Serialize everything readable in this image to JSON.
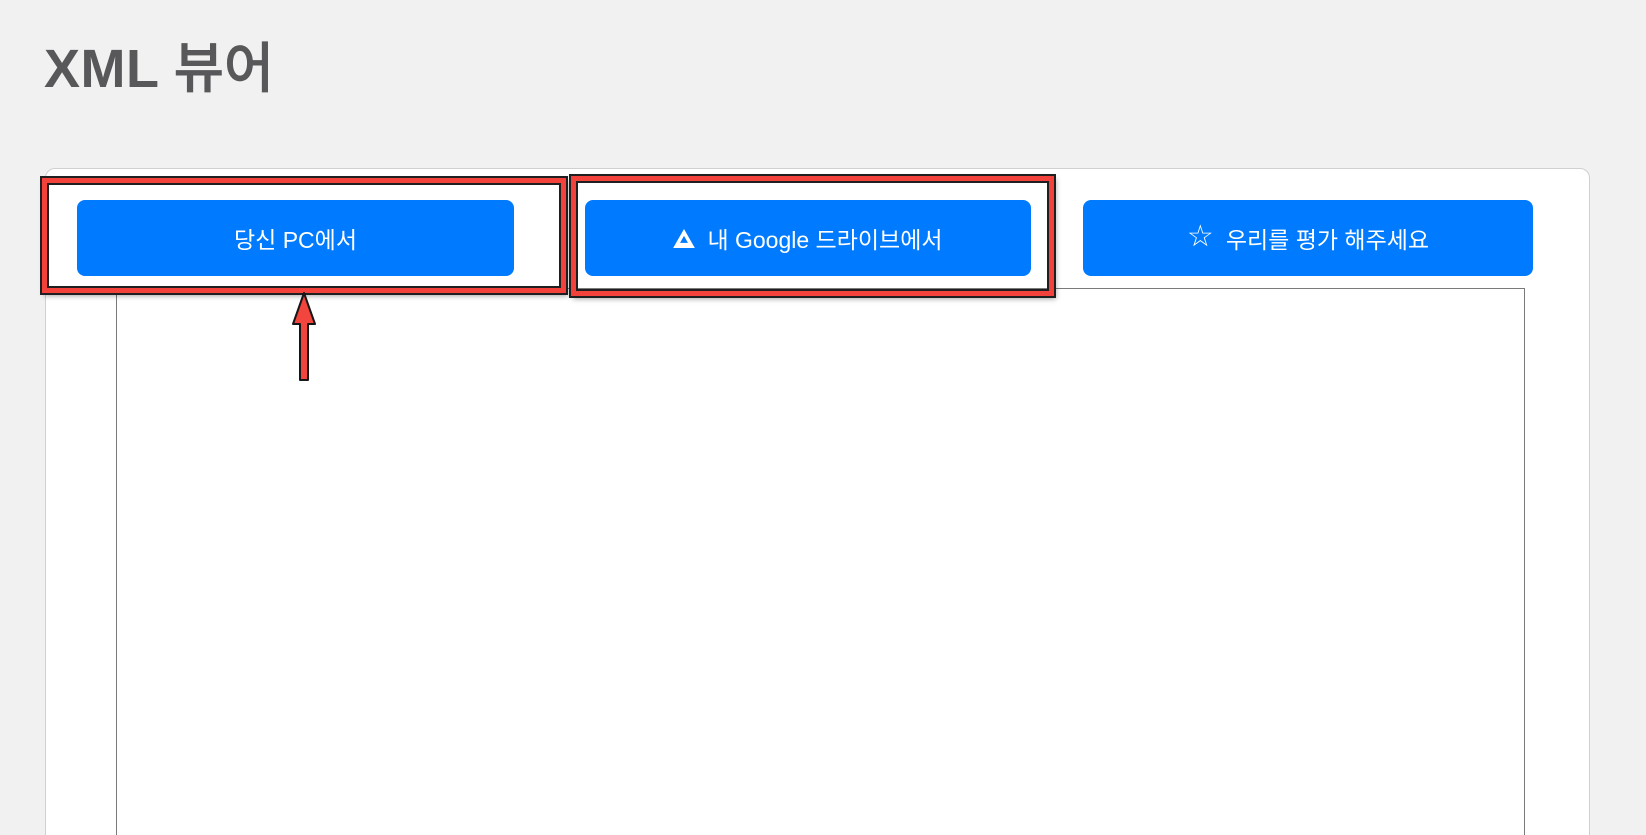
{
  "header": {
    "title": "XML 뷰어"
  },
  "toolbar": {
    "from_pc": {
      "label": "당신 PC에서"
    },
    "from_drive": {
      "label": "내 Google 드라이브에서",
      "icon": "google-drive-icon"
    },
    "rate_us": {
      "label": "우리를 평가 해주세요",
      "icon": "star-icon",
      "icon_char": "☆"
    }
  },
  "viewer": {
    "content": ""
  },
  "annotations": {
    "highlighted_buttons": [
      "from_pc",
      "from_drive"
    ],
    "arrow_points_to": "from_pc",
    "box_border_color": "#f2423b",
    "box_outline_color": "#1f1f1f",
    "arrow_fill_color": "#f2453e"
  },
  "colors": {
    "page_background": "#f1f1f2",
    "panel_background": "#ffffff",
    "button_background": "#007bff",
    "button_text": "#ffffff",
    "title_text": "#58585a",
    "viewer_border": "#7a7a7a",
    "panel_border": "#cfd0d2"
  }
}
